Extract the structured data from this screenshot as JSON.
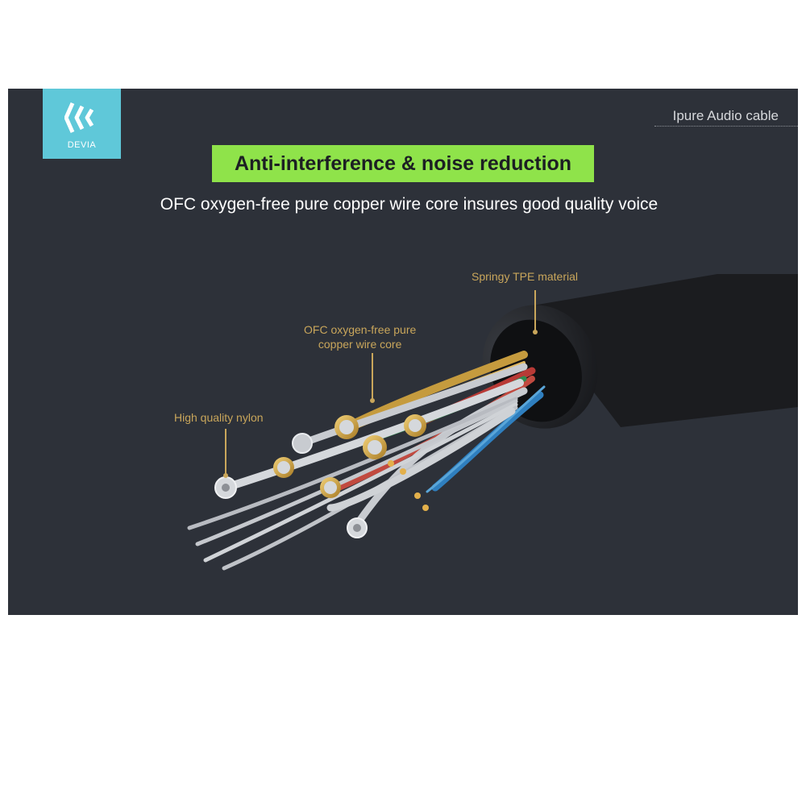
{
  "brand": {
    "logo_text": "DEVIA",
    "color": "#5fc8d9"
  },
  "header": {
    "product_name": "Ipure Audio cable"
  },
  "headline": {
    "text": "Anti-interference & noise reduction",
    "bg_color": "#8fe34a"
  },
  "subtitle": "OFC oxygen-free pure copper wire core insures good quality voice",
  "callouts": {
    "tpe": "Springy TPE material",
    "ofc_line1": "OFC oxygen-free pure",
    "ofc_line2": "copper wire core",
    "nylon": "High quality nylon"
  },
  "colors": {
    "background": "#2d3139",
    "callout": "#c9a65b"
  }
}
